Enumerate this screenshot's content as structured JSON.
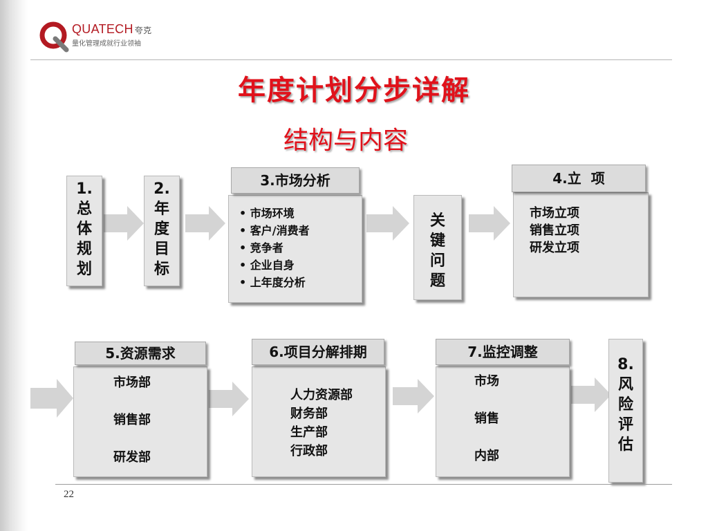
{
  "brand": {
    "name": "QUATECH",
    "name_cn": "夸克",
    "tagline": "量化管理成就行业领袖"
  },
  "title": "年度计划分步详解",
  "subtitle": "结构与内容",
  "page_number": "22",
  "steps": {
    "s1": {
      "chars": [
        "1.",
        "总",
        "体",
        "规",
        "划"
      ]
    },
    "s2": {
      "chars": [
        "2.",
        "年",
        "度",
        "目",
        "标"
      ]
    },
    "s3": {
      "title": "3.市场分析",
      "items": [
        "• 市场环境",
        "• 客户/消费者",
        "• 竞争者",
        "• 企业自身",
        "• 上年度分析"
      ]
    },
    "key": {
      "chars": [
        "关",
        "键",
        "问",
        "题"
      ]
    },
    "s4": {
      "title": "4.立  项",
      "items": [
        "市场立项",
        "销售立项",
        "研发立项"
      ]
    },
    "s5": {
      "title": "5.资源需求",
      "items": [
        "市场部",
        "销售部",
        "研发部"
      ]
    },
    "s6": {
      "title": "6.项目分解排期",
      "items": [
        "人力资源部",
        "财务部",
        "生产部",
        "行政部"
      ]
    },
    "s7": {
      "title": "7.监控调整",
      "items": [
        "市场",
        "销售",
        "内部"
      ]
    },
    "s8": {
      "chars": [
        "8.",
        "风",
        "险",
        "评",
        "估"
      ]
    }
  },
  "colors": {
    "title_red": "#e0121b",
    "box_gray": "#e6e6e6",
    "arrow_gray": "#d4d4d4"
  }
}
